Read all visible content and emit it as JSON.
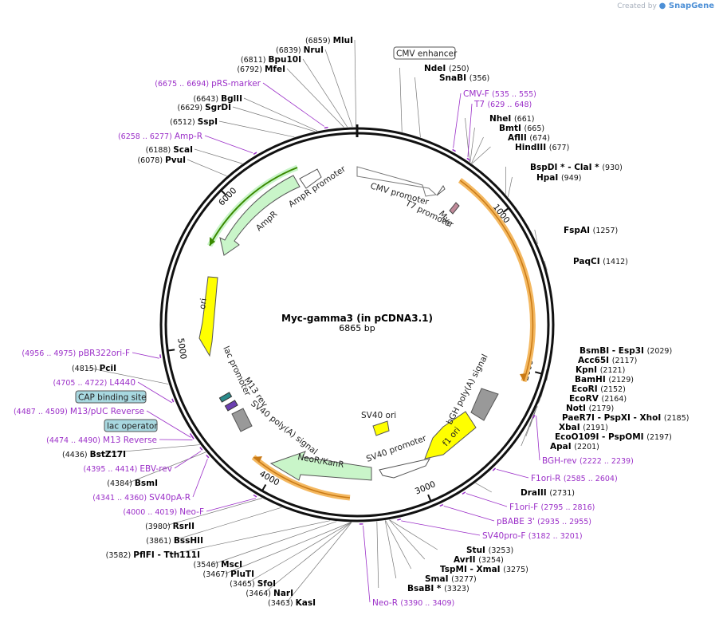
{
  "header": {
    "credit_prefix": "Created by",
    "credit_brand": "SnapGene"
  },
  "plasmid": {
    "name": "Myc-gamma3 (in pCDNA3.1)",
    "size": "6865 bp"
  },
  "ticks": [
    "1000",
    "2000",
    "3000",
    "4000",
    "5000",
    "6000"
  ],
  "boxed_labels": [
    "CMV enhancer",
    "CAP binding site",
    "lac operator"
  ],
  "enzymes": [
    {
      "id": "mlui",
      "text": "MluI",
      "pos": "(6859)"
    },
    {
      "id": "nrui",
      "text": "NruI",
      "pos": "(6839)"
    },
    {
      "id": "bpu10i",
      "text": "Bpu10I",
      "pos": "(6811)"
    },
    {
      "id": "mfei",
      "text": "MfeI",
      "pos": "(6792)"
    },
    {
      "id": "bglii",
      "text": "BglII",
      "pos": "(6643)"
    },
    {
      "id": "sgrdi",
      "text": "SgrDI",
      "pos": "(6629)"
    },
    {
      "id": "sspi",
      "text": "SspI",
      "pos": "(6512)"
    },
    {
      "id": "scai",
      "text": "ScaI",
      "pos": "(6188)"
    },
    {
      "id": "pvui",
      "text": "PvuI",
      "pos": "(6078)"
    },
    {
      "id": "ndei",
      "text": "NdeI",
      "pos": "(250)"
    },
    {
      "id": "snabi",
      "text": "SnaBI",
      "pos": "(356)"
    },
    {
      "id": "nhei",
      "text": "NheI",
      "pos": "(661)"
    },
    {
      "id": "bmti",
      "text": "BmtI",
      "pos": "(665)"
    },
    {
      "id": "aflii",
      "text": "AflII",
      "pos": "(674)"
    },
    {
      "id": "hindiii",
      "text": "HindIII",
      "pos": "(677)"
    },
    {
      "id": "bspdi",
      "text": "BspDI * - ClaI *",
      "pos": "(930)"
    },
    {
      "id": "hpai",
      "text": "HpaI",
      "pos": "(949)"
    },
    {
      "id": "fspai",
      "text": "FspAI",
      "pos": "(1257)"
    },
    {
      "id": "paqci",
      "text": "PaqCI",
      "pos": "(1412)"
    },
    {
      "id": "bsmbi",
      "text": "BsmBI - Esp3I",
      "pos": "(2029)"
    },
    {
      "id": "acc65i",
      "text": "Acc65I",
      "pos": "(2117)"
    },
    {
      "id": "kpni",
      "text": "KpnI",
      "pos": "(2121)"
    },
    {
      "id": "bamhi",
      "text": "BamHI",
      "pos": "(2129)"
    },
    {
      "id": "ecori",
      "text": "EcoRI",
      "pos": "(2152)"
    },
    {
      "id": "ecorv",
      "text": "EcoRV",
      "pos": "(2164)"
    },
    {
      "id": "noti",
      "text": "NotI",
      "pos": "(2179)"
    },
    {
      "id": "paer7i",
      "text": "PaeR7I - PspXI - XhoI",
      "pos": "(2185)"
    },
    {
      "id": "xbai",
      "text": "XbaI",
      "pos": "(2191)"
    },
    {
      "id": "ecoo109i",
      "text": "EcoO109I - PspOMI",
      "pos": "(2197)"
    },
    {
      "id": "apai",
      "text": "ApaI",
      "pos": "(2201)"
    },
    {
      "id": "draiii",
      "text": "DraIII",
      "pos": "(2731)"
    },
    {
      "id": "stui",
      "text": "StuI",
      "pos": "(3253)"
    },
    {
      "id": "avrii",
      "text": "AvrII",
      "pos": "(3254)"
    },
    {
      "id": "tspmi",
      "text": "TspMI - XmaI",
      "pos": "(3275)"
    },
    {
      "id": "smai",
      "text": "SmaI",
      "pos": "(3277)"
    },
    {
      "id": "bsabi",
      "text": "BsaBI *",
      "pos": "(3323)"
    },
    {
      "id": "kasi",
      "text": "KasI",
      "pos": "(3463)"
    },
    {
      "id": "nari",
      "text": "NarI",
      "pos": "(3464)"
    },
    {
      "id": "sfoi",
      "text": "SfoI",
      "pos": "(3465)"
    },
    {
      "id": "plutI",
      "text": "PluTI",
      "pos": "(3467)"
    },
    {
      "id": "msci",
      "text": "MscI",
      "pos": "(3546)"
    },
    {
      "id": "pflfi",
      "text": "PflFI - Tth111I",
      "pos": "(3582)"
    },
    {
      "id": "bsshii",
      "text": "BssHII",
      "pos": "(3861)"
    },
    {
      "id": "rsrii",
      "text": "RsrII",
      "pos": "(3980)"
    },
    {
      "id": "bsmi",
      "text": "BsmI",
      "pos": "(4384)"
    },
    {
      "id": "bstz17i",
      "text": "BstZ17I",
      "pos": "(4436)"
    },
    {
      "id": "pcii",
      "text": "PciI",
      "pos": "(4815)"
    }
  ],
  "primers": [
    {
      "id": "prs",
      "text": "pRS-marker",
      "pos": "(6675 .. 6694)"
    },
    {
      "id": "ampr",
      "text": "Amp-R",
      "pos": "(6258 .. 6277)"
    },
    {
      "id": "cmvf",
      "text": "CMV-F",
      "pos": "(535 .. 555)"
    },
    {
      "id": "t7",
      "text": "T7",
      "pos": "(629 .. 648)"
    },
    {
      "id": "bghrev",
      "text": "BGH-rev",
      "pos": "(2222 .. 2239)"
    },
    {
      "id": "f1orir",
      "text": "F1ori-R",
      "pos": "(2585 .. 2604)"
    },
    {
      "id": "f1orif",
      "text": "F1ori-F",
      "pos": "(2795 .. 2816)"
    },
    {
      "id": "pbabe",
      "text": "pBABE 3'",
      "pos": "(2935 .. 2955)"
    },
    {
      "id": "sv40pro",
      "text": "SV40pro-F",
      "pos": "(3182 .. 3201)"
    },
    {
      "id": "neor",
      "text": "Neo-R",
      "pos": "(3390 .. 3409)"
    },
    {
      "id": "neof",
      "text": "Neo-F",
      "pos": "(4000 .. 4019)"
    },
    {
      "id": "sv40pa",
      "text": "SV40pA-R",
      "pos": "(4341 .. 4360)"
    },
    {
      "id": "ebvrev",
      "text": "EBV-rev",
      "pos": "(4395 .. 4414)"
    },
    {
      "id": "m13rev",
      "text": "M13 Reverse",
      "pos": "(4474 .. 4490)"
    },
    {
      "id": "m13puc",
      "text": "M13/pUC Reverse",
      "pos": "(4487 .. 4509)"
    },
    {
      "id": "l4440",
      "text": "L4440",
      "pos": "(4705 .. 4722)"
    },
    {
      "id": "pbr322",
      "text": "pBR322ori-F",
      "pos": "(4956 .. 4975)"
    }
  ],
  "features": {
    "cmv_promoter": "CMV promoter",
    "t7_promoter": "T7 promoter",
    "myc": "Myc",
    "ampr_promoter": "AmpR promoter",
    "ampr": "AmpR",
    "ori": "ori",
    "lac_promoter": "lac promoter",
    "m13_rev": "M13 rev",
    "sv40_polya": "SV40 poly(A) signal",
    "neo": "NeoR/KanR",
    "sv40_ori": "SV40 ori",
    "sv40_promoter": "SV40 promoter",
    "f1_ori": "f1 ori",
    "bgh": "bGH poly(A) signal"
  },
  "colors": {
    "backbone": "#111111",
    "primer": "#9b2fc8",
    "orf_highlight": "#f4b860",
    "orf_line": "#c97a16",
    "ampr_fill": "#c9f5c9",
    "ampr_line": "#3a8a00",
    "ori_fill": "#ffff00",
    "boxed_fill": "#a8d8e0"
  }
}
